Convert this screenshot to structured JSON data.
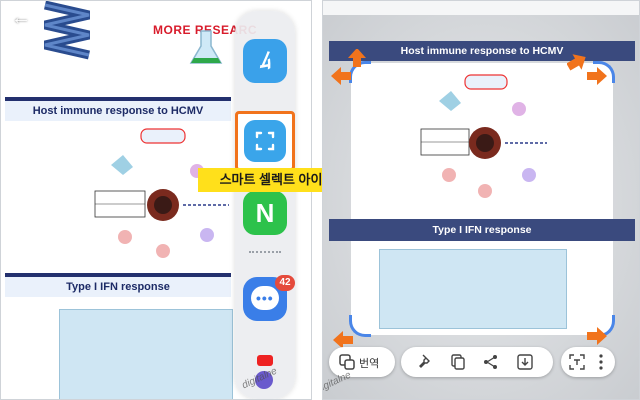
{
  "left": {
    "research_title": "MORE RESEARC",
    "slide_title_1": "Host immune response to HCMV",
    "slide_title_2": "Type I IFN response",
    "edge_panel": {
      "badge_count": "42"
    },
    "callout": "스마트 셀렉트 아이콘"
  },
  "right": {
    "slide_title_1": "Host immune response to HCMV",
    "slide_title_2": "Type I IFN response",
    "toolbar": {
      "translate_label": "번역"
    }
  },
  "watermark": "digitalne",
  "colors": {
    "slide_header": "#23306e",
    "accent_orange": "#f1731c",
    "callout_yellow": "#ffe01b",
    "crop_handle_blue": "#4a86e8",
    "badge_red": "#e54b3c"
  },
  "icons": [
    "back-arrow-icon",
    "app-mi-icon",
    "smart-select-icon",
    "naver-icon",
    "messages-icon",
    "youtube-icon",
    "translate-icon",
    "pin-icon",
    "copy-icon",
    "share-icon",
    "save-icon",
    "extract-text-icon",
    "more-icon"
  ]
}
